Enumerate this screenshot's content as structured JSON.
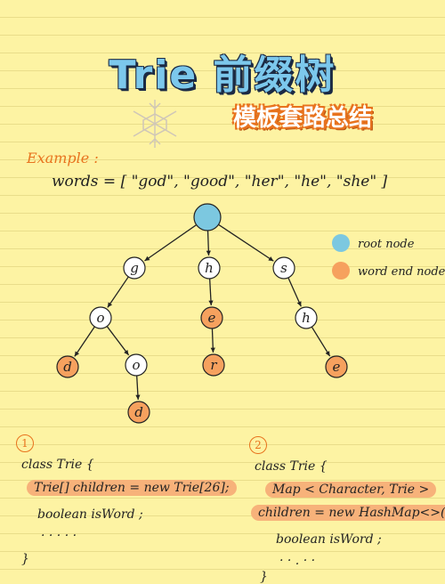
{
  "title": "Trie 前缀树",
  "subtitle": "模板套路总结",
  "example_label": "Example :",
  "words_line": "words = [ \"god\", \"good\", \"her\", \"he\", \"she\" ]",
  "legend": [
    {
      "label": "root node",
      "color": "#7cc8e0"
    },
    {
      "label": "word end node",
      "color": "#f6a15e"
    }
  ],
  "tree": {
    "nodes": [
      {
        "id": "root",
        "label": "",
        "kind": "root"
      },
      {
        "id": "g",
        "label": "g",
        "kind": "normal"
      },
      {
        "id": "h",
        "label": "h",
        "kind": "normal"
      },
      {
        "id": "s",
        "label": "s",
        "kind": "normal"
      },
      {
        "id": "o1",
        "label": "o",
        "kind": "normal"
      },
      {
        "id": "e",
        "label": "e",
        "kind": "end"
      },
      {
        "id": "h2",
        "label": "h",
        "kind": "normal"
      },
      {
        "id": "d1",
        "label": "d",
        "kind": "end"
      },
      {
        "id": "o2",
        "label": "o",
        "kind": "normal"
      },
      {
        "id": "r",
        "label": "r",
        "kind": "end"
      },
      {
        "id": "e2",
        "label": "e",
        "kind": "end"
      },
      {
        "id": "d2",
        "label": "d",
        "kind": "end"
      }
    ],
    "edges": [
      [
        "root",
        "g"
      ],
      [
        "root",
        "h"
      ],
      [
        "root",
        "s"
      ],
      [
        "g",
        "o1"
      ],
      [
        "h",
        "e"
      ],
      [
        "s",
        "h2"
      ],
      [
        "o1",
        "d1"
      ],
      [
        "o1",
        "o2"
      ],
      [
        "e",
        "r"
      ],
      [
        "h2",
        "e2"
      ],
      [
        "o2",
        "d2"
      ]
    ]
  },
  "code1": {
    "step": "1",
    "lines": [
      "class  Trie {",
      "Trie[]  children  =  new  Trie[26];",
      "boolean   isWord  ;",
      "· · · · ·",
      "}"
    ]
  },
  "code2": {
    "step": "2",
    "lines": [
      "class  Trie {",
      "Map < Character, Trie >",
      "children  =  new  HashMap<>();",
      "boolean  isWord ;",
      "· · . · ·",
      "}"
    ]
  },
  "colors": {
    "root": "#7cc8e0",
    "end": "#f6a15e",
    "accent": "#e8731e",
    "highlight": "#f7b27a"
  }
}
